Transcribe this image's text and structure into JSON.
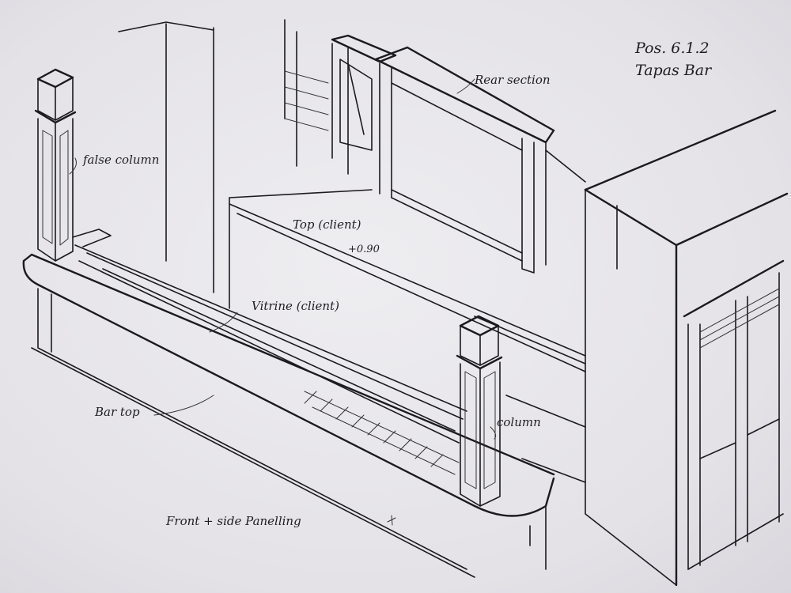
{
  "title_block": {
    "position": "Pos. 6.1.2",
    "project": "Tapas Bar"
  },
  "labels": {
    "rear_section": "Rear section",
    "false_column": "false column",
    "top_client": "Top (client)",
    "height": "+0.90",
    "vitrine": "Vitrine (client)",
    "bar_top": "Bar top",
    "column": "column",
    "panelling": "Front + side Panelling"
  }
}
